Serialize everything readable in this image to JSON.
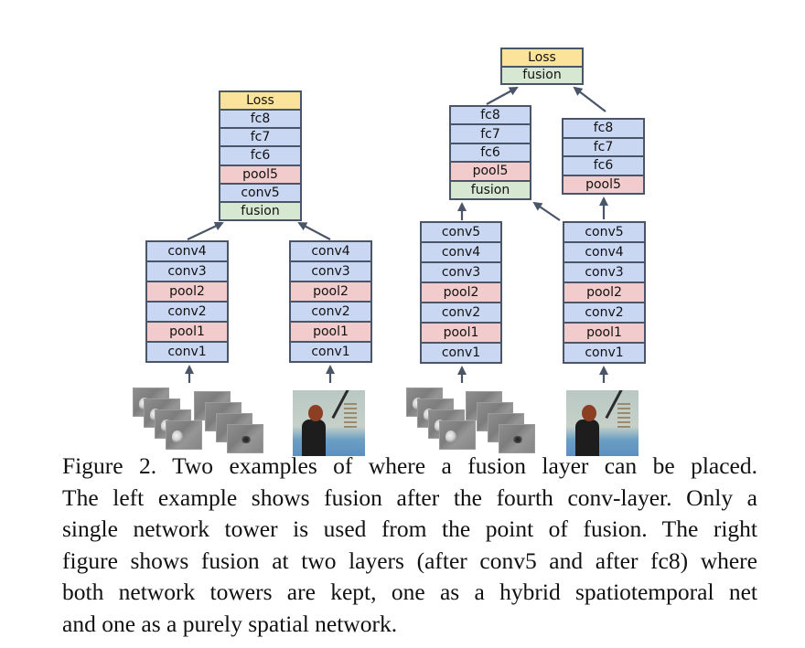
{
  "colors": {
    "conv_fc": "#c9d7f3",
    "pool": "#f2cccc",
    "fusion": "#d6e8d2",
    "loss": "#fbe39a",
    "border_arrow": "#4a5567"
  },
  "left_example": {
    "top_stack": [
      "Loss",
      "fc8",
      "fc7",
      "fc6",
      "pool5",
      "conv5",
      "fusion"
    ],
    "temporal_tower": [
      "conv4",
      "conv3",
      "pool2",
      "conv2",
      "pool1",
      "conv1"
    ],
    "spatial_tower": [
      "conv4",
      "conv3",
      "pool2",
      "conv2",
      "pool1",
      "conv1"
    ],
    "inputs": [
      "optical-flow-frames",
      "rgb-frame"
    ]
  },
  "right_example": {
    "top_stack": [
      "Loss",
      "fusion"
    ],
    "hybrid_head": [
      "fc8",
      "fc7",
      "fc6",
      "pool5",
      "fusion"
    ],
    "spatial_head": [
      "fc8",
      "fc7",
      "fc6",
      "pool5"
    ],
    "temporal_tower": [
      "conv5",
      "conv4",
      "conv3",
      "pool2",
      "conv2",
      "pool1",
      "conv1"
    ],
    "spatial_tower": [
      "conv5",
      "conv4",
      "conv3",
      "pool2",
      "conv2",
      "pool1",
      "conv1"
    ],
    "inputs": [
      "optical-flow-frames",
      "rgb-frame"
    ]
  },
  "caption": {
    "lines": [
      "Figure 2. Two examples of where a fusion layer can be placed.",
      "The left example shows fusion after the fourth conv-layer. Only a",
      "single network tower is used from the point of fusion.  The right",
      "figure shows fusion at two layers (after conv5 and after fc8) where",
      "both network towers are kept, one as a hybrid spatiotemporal net",
      "and one as a purely spatial network."
    ]
  }
}
